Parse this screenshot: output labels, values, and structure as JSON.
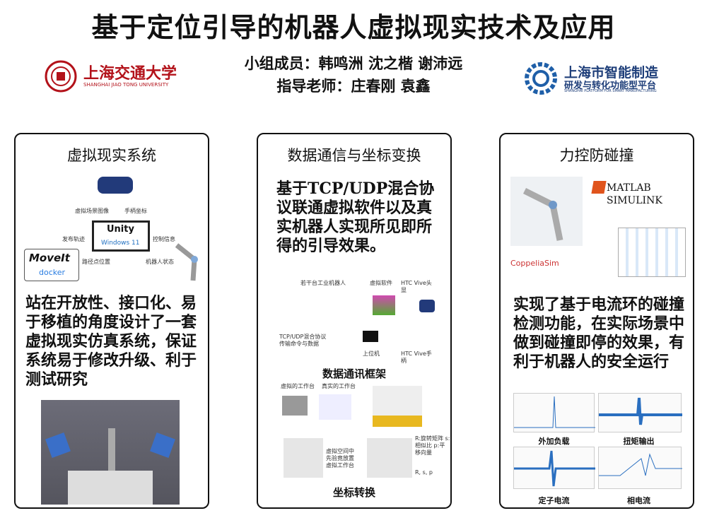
{
  "title": "基于定位引导的机器人虚拟现实技术及应用",
  "members": "小组成员：韩鸣洲 沈之楷 谢沛远",
  "advisors": "指导老师：庄春刚 袁鑫",
  "logos": {
    "left_cn": "上海交通大学",
    "left_en": "SHANGHAI JIAO TONG UNIVERSITY",
    "right_cn1": "上海市智能制造",
    "right_cn2": "研发与转化功能型平台",
    "right_en": "SHANGHAI PLATFORM FOR SMART MANUFACTURING"
  },
  "panels": [
    {
      "title": "虚拟现实系统",
      "text": "站在开放性、接口化、易于移植的角度设计了一套虚拟现实仿真系统，保证系统易于修改升级、利于测试研究",
      "diagram": {
        "unity": "Unity",
        "windows": "Windows 11",
        "moveit": "MoveIt",
        "docker": "docker",
        "l1": "虚拟场景图像",
        "l2": "手柄坐标",
        "l3": "发布轨迹",
        "l4": "路径点位置",
        "l5": "控制信息",
        "l6": "机器人状态"
      }
    },
    {
      "title": "数据通信与坐标变换",
      "text": "基于TCP/UDP混合协议联通虚拟软件以及真实机器人实现所见即所得的引导效果。",
      "diagram1": {
        "robots": "若干台工业机器人",
        "software": "虚拟软件",
        "headset": "HTC Vive头显",
        "protocol": "TCP/UDP混合协议 传输命令与数据",
        "pc": "上位机",
        "controller": "HTC Vive手柄"
      },
      "caption1": "数据通讯框架",
      "diagram2": {
        "a": "虚拟的工作台",
        "b": "真实的工作台",
        "c": "虚拟空间中 先验竟放置 虚拟工作台",
        "d": "R:旋转矩阵 s:相似比 p:平移向量",
        "e": "R, s, p"
      },
      "caption2": "坐标转换"
    },
    {
      "title": "力控防碰撞",
      "text": "实现了基于电流环的碰撞检测功能，在实际场景中做到碰撞即停的效果，有利于机器人的安全运行",
      "matlab": "MATLAB",
      "simulink": "SIMULINK",
      "coppelia": "CoppeliaSim",
      "charts": [
        "外加负载",
        "扭矩输出",
        "定子电流",
        "相电流"
      ]
    }
  ]
}
